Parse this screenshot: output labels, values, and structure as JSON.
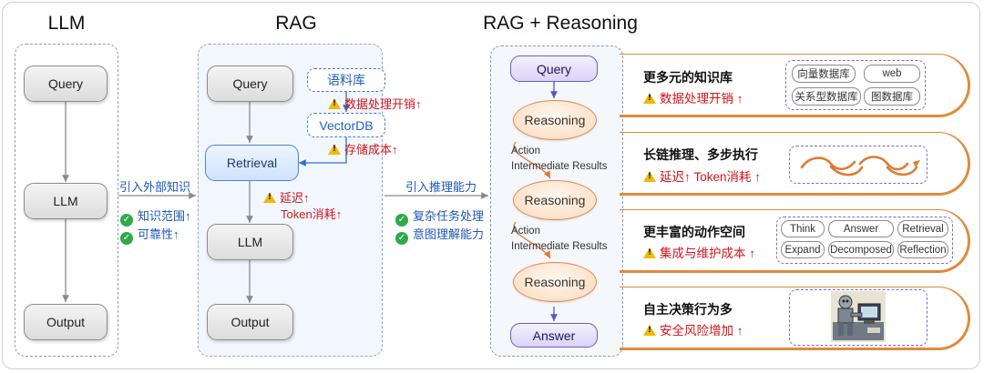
{
  "headings": {
    "llm": "LLM",
    "rag": "RAG",
    "rag_reasoning": "RAG + Reasoning"
  },
  "llm_panel": {
    "query": "Query",
    "llm": "LLM",
    "output": "Output"
  },
  "transition_1": {
    "title": "引入外部知识",
    "benefits": [
      "知识范围↑",
      "可靠性↑"
    ]
  },
  "rag_panel": {
    "query": "Query",
    "corpus": "语料库",
    "data_cost": "数据处理开销↑",
    "vectordb": "VectorDB",
    "storage_cost": "存储成本↑",
    "retrieval": "Retrieval",
    "latency": "延迟↑",
    "token_cost": "Token消耗↑",
    "llm": "LLM",
    "output": "Output"
  },
  "transition_2": {
    "title": "引入推理能力",
    "benefits": [
      "复杂任务处理",
      "意图理解能力"
    ]
  },
  "reasoning_panel": {
    "query": "Query",
    "steps": [
      "Reasoning",
      "Reasoning",
      "Reasoning"
    ],
    "action_label": "Action",
    "intermediate_label": "Intermediate Results",
    "answer": "Answer"
  },
  "right_rows": [
    {
      "title": "更多元的知识库",
      "cost": "数据处理开销 ↑",
      "tags": [
        "向量数据库",
        "web",
        "关系型数据库",
        "图数据库"
      ]
    },
    {
      "title": "长链推理、多步执行",
      "cost": "延迟↑  Token消耗 ↑"
    },
    {
      "title": "更丰富的动作空间",
      "cost": "集成与维护成本 ↑",
      "tags": [
        "Think",
        "Answer",
        "Retrieval",
        "Expand",
        "Decomposed",
        "Reflection"
      ]
    },
    {
      "title": "自主决策行为多",
      "cost": "安全风险增加 ↑",
      "image_icon": "robot-at-computer-icon"
    }
  ],
  "colors": {
    "accent_orange": "#e08a3c",
    "accent_blue": "#1d55b8",
    "warning_red": "#d0161c",
    "check_green": "#2eaa4a"
  }
}
